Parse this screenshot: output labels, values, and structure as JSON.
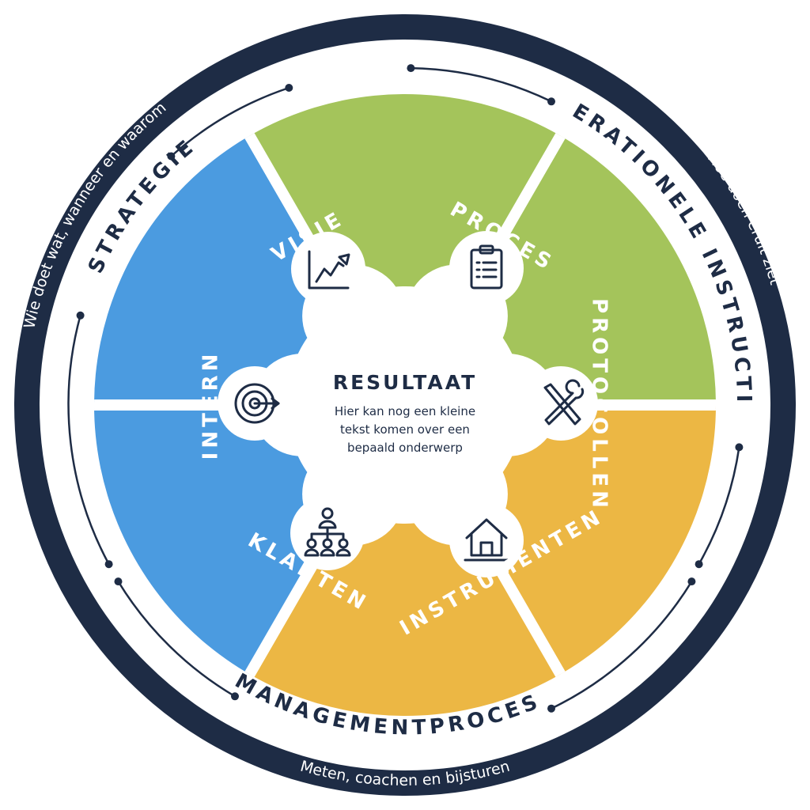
{
  "colors": {
    "navy": "#1e2c45",
    "green": "#a4c45b",
    "yellow": "#ecb744",
    "blue": "#4b9be0",
    "white": "#ffffff"
  },
  "center": {
    "title": "RESULTAAT",
    "lines": [
      "Hier kan nog een kleine",
      "tekst komen over een",
      "bepaald onderwerp"
    ]
  },
  "segments": [
    {
      "label": "PROCES",
      "icon": "growth-chart-icon",
      "color": "#a4c45b"
    },
    {
      "label": "PROTOCOLLEN",
      "icon": "clipboard-icon",
      "color": "#ecb744"
    },
    {
      "label": "INSTRUMENTEN",
      "icon": "tools-icon",
      "color": "#ecb744"
    },
    {
      "label": "KLANTEN",
      "icon": "house-icon",
      "color": "#4b9be0"
    },
    {
      "label": "INTERN",
      "icon": "org-chart-icon",
      "color": "#4b9be0"
    },
    {
      "label": "VISIE",
      "icon": "target-icon",
      "color": "#a4c45b"
    }
  ],
  "ring": {
    "strategie": {
      "title": "STRATEGIE",
      "subtitle": "Wie doet wat, wanneer en waarom"
    },
    "operationele": {
      "title": "OPERATIONELE INSTRUCTIES",
      "subtitle": "Hoe doen eruit ziet"
    },
    "management": {
      "title": "MANAGEMENTPROCES",
      "subtitle": "Meten, coachen en bijsturen"
    }
  }
}
